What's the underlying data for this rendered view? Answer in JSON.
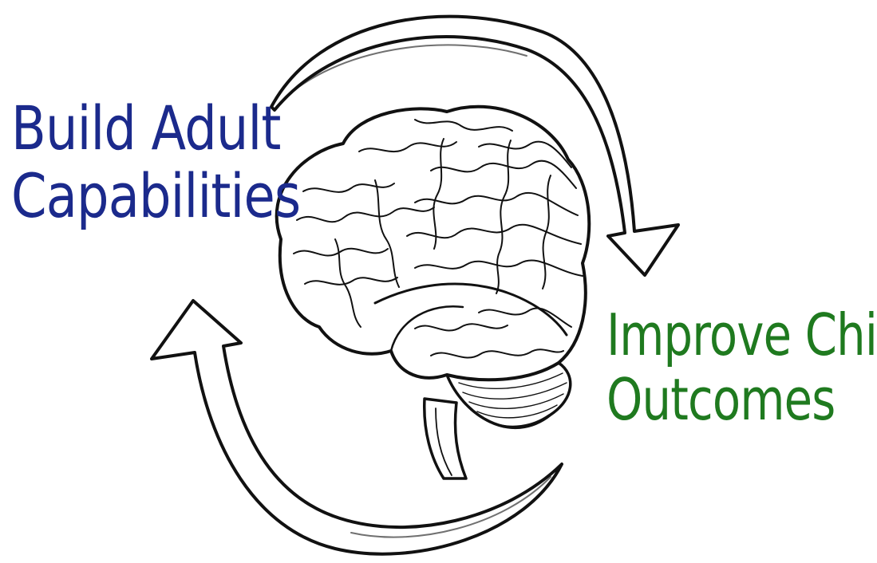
{
  "diagram": {
    "left_label": {
      "line1": "Build Adult",
      "line2": "Capabilities",
      "color": "#1b2a8c"
    },
    "right_label": {
      "line1": "Improve Child",
      "line2": "Outcomes",
      "color": "#1f7a1f"
    },
    "center_icon": "brain-icon",
    "cycle_arrows": [
      "top-arrow-clockwise",
      "bottom-arrow-clockwise"
    ],
    "line_color": "#111111"
  }
}
